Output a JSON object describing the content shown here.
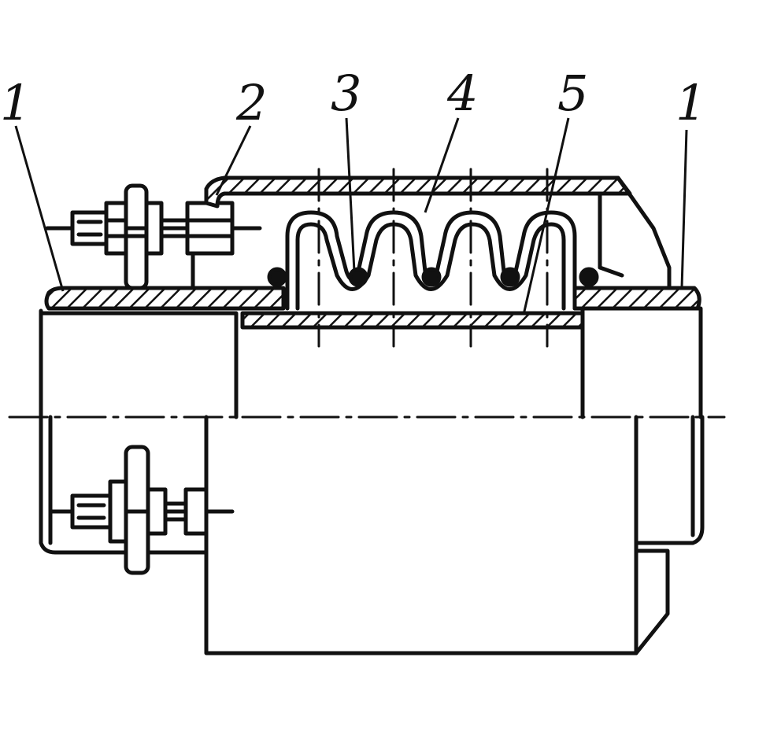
{
  "labels": {
    "l1_left": "1",
    "l2": "2",
    "l3": "3",
    "l4": "4",
    "l5": "5",
    "l1_right": "1"
  },
  "colors": {
    "ink": "#111111",
    "paper": "#ffffff"
  }
}
